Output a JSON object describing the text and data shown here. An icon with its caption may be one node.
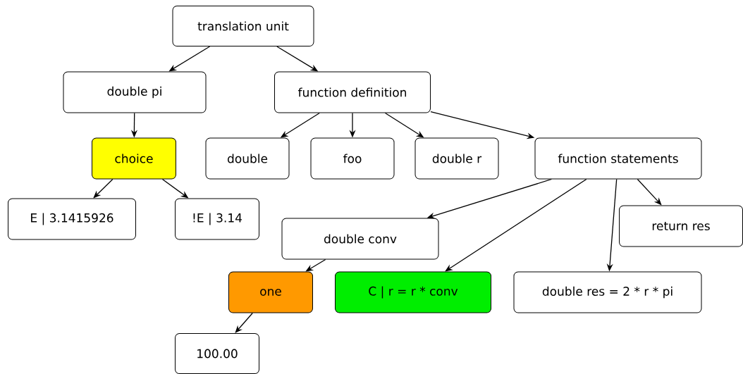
{
  "diagram": {
    "nodes": [
      {
        "text": [
          "translation unit"
        ]
      },
      {
        "text": [
          "double pi"
        ]
      },
      {
        "text": [
          "function definition"
        ]
      },
      {
        "text": [
          "choice"
        ]
      },
      {
        "text": [
          "double"
        ]
      },
      {
        "text": [
          "foo"
        ]
      },
      {
        "text": [
          "double r"
        ]
      },
      {
        "text": [
          "function statements"
        ]
      },
      {
        "text": [
          "E | 3.1415926"
        ]
      },
      {
        "text": [
          "!E | 3.14"
        ]
      },
      {
        "text": [
          "double conv"
        ]
      },
      {
        "text": [
          "return res"
        ]
      },
      {
        "text": [
          "one"
        ]
      },
      {
        "text": [
          "C | r = r * conv"
        ]
      },
      {
        "text": [
          "double res = 2 * r * pi"
        ]
      },
      {
        "text": [
          "100.00"
        ]
      }
    ],
    "edges": [
      {
        "from": 0,
        "to": 1,
        "arrow": "to"
      },
      {
        "from": 0,
        "to": 2,
        "arrow": "to"
      },
      {
        "from": 1,
        "to": 3,
        "arrow": "to"
      },
      {
        "from": 2,
        "to": 4,
        "arrow": "to"
      },
      {
        "from": 2,
        "to": 5,
        "arrow": "to"
      },
      {
        "from": 2,
        "to": 6,
        "arrow": "to"
      },
      {
        "from": 2,
        "to": 7,
        "arrow": "to"
      },
      {
        "from": 3,
        "to": 8,
        "arrow": "to"
      },
      {
        "from": 3,
        "to": 9,
        "arrow": "to"
      },
      {
        "from": 7,
        "to": 10,
        "arrow": "to"
      },
      {
        "from": 7,
        "to": 13,
        "arrow": "to"
      },
      {
        "from": 7,
        "to": 14,
        "arrow": "to"
      },
      {
        "from": 7,
        "to": 11,
        "arrow": "to"
      },
      {
        "from": 10,
        "to": 12,
        "arrow": "to"
      },
      {
        "from": 12,
        "to": 15,
        "arrow": "to"
      }
    ]
  }
}
